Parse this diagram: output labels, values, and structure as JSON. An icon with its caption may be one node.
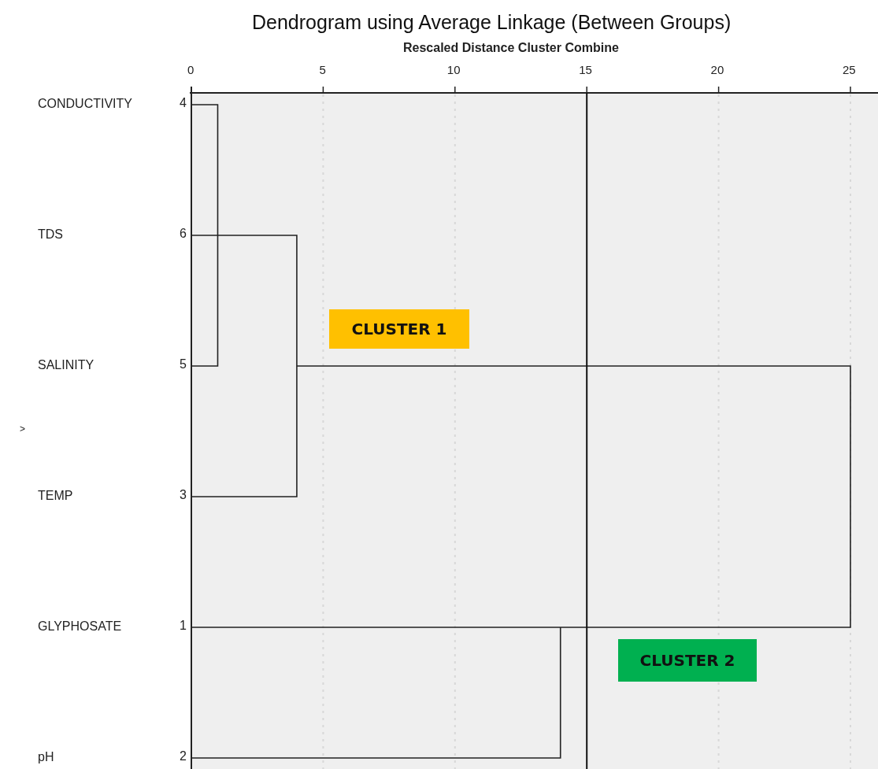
{
  "diagram": {
    "title": "Dendrogram using Average Linkage (Between Groups)",
    "nodes": [
      {
        "text": [
          "CLUSTER 1"
        ]
      },
      {
        "text": [
          "CLUSTER 2"
        ]
      }
    ],
    "edges": [],
    "labels": [
      "Rescaled Distance Cluster Combine",
      "0",
      "5",
      "10",
      "15",
      "20",
      "25",
      "CONDUCTIVITY",
      "4",
      "TDS",
      "6",
      "SALINITY",
      "5",
      ">",
      "TEMP",
      "3",
      "GLYPHOSATE",
      "1",
      "pH",
      "2"
    ]
  }
}
